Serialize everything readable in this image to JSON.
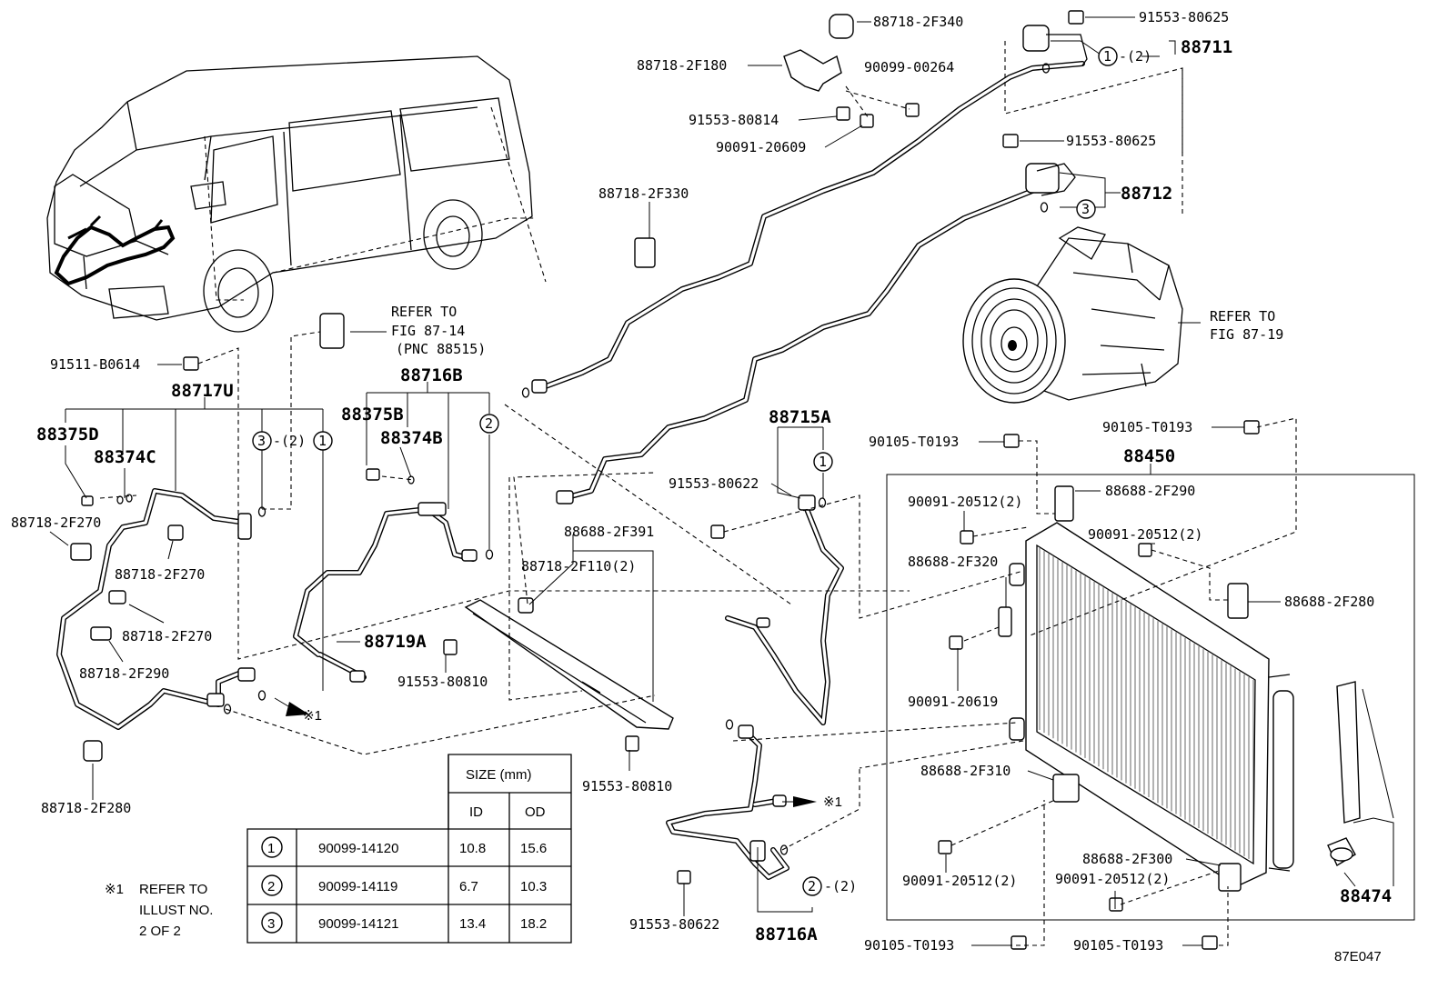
{
  "parts": {
    "p1": "88718-2F340",
    "p2": "91553-80625",
    "p3": "88711",
    "p4": "88718-2F180",
    "p5": "90099-00264",
    "p6": "91553-80814",
    "p7": "90091-20609",
    "p8": "91553-80625",
    "p9": "88712",
    "p10": "88718-2F330",
    "p11": "91511-B0614",
    "p12": "88717U",
    "p13": "88716B",
    "p14": "88375D",
    "p15": "88374C",
    "p16": "88375B",
    "p17": "88374B",
    "p18": "88718-2F270",
    "p19": "88718-2F270",
    "p20": "88718-2F270",
    "p21": "88718-2F290",
    "p22": "88718-2F280",
    "p23": "88719A",
    "p24": "91553-80810",
    "p25": "88688-2F391",
    "p26": "88718-2F110(2)",
    "p27": "91553-80810",
    "p28": "88715A",
    "p29": "91553-80622",
    "p30": "90105-T0193",
    "p31": "90105-T0193",
    "p32": "88450",
    "p33": "90091-20512(2)",
    "p34": "88688-2F290",
    "p35": "90091-20512(2)",
    "p36": "88688-2F320",
    "p37": "88688-2F280",
    "p38": "90091-20619",
    "p39": "88688-2F310",
    "p40": "90091-20512(2)",
    "p41": "88688-2F300",
    "p42": "90091-20512(2)",
    "p43": "88474",
    "p44": "91553-80622",
    "p45": "88716A",
    "p46": "90105-T0193",
    "p47": "90105-T0193"
  },
  "qty": {
    "q2": "-(2)",
    "q1_88711": "-(2)",
    "q2_88716a": "-(2)"
  },
  "circles": {
    "c1": "1",
    "c2": "2",
    "c3": "3"
  },
  "refs": {
    "refer_to": "REFER TO",
    "fig_87_14": "FIG 87-14",
    "pnc": "(PNC 88515)",
    "fig_87_19": "FIG 87-19",
    "mark": "※1"
  },
  "note": {
    "mark": "※1",
    "line1": "REFER TO",
    "line2": "ILLUST NO.",
    "line3": "2 OF 2"
  },
  "table": {
    "size_header": "SIZE (mm)",
    "col_id": "ID",
    "col_od": "OD",
    "rows": [
      {
        "no": "1",
        "part": "90099-14120",
        "id": "10.8",
        "od": "15.6"
      },
      {
        "no": "2",
        "part": "90099-14119",
        "id": "6.7",
        "od": "10.3"
      },
      {
        "no": "3",
        "part": "90099-14121",
        "id": "13.4",
        "od": "18.2"
      }
    ]
  },
  "figure_code": "87E047"
}
